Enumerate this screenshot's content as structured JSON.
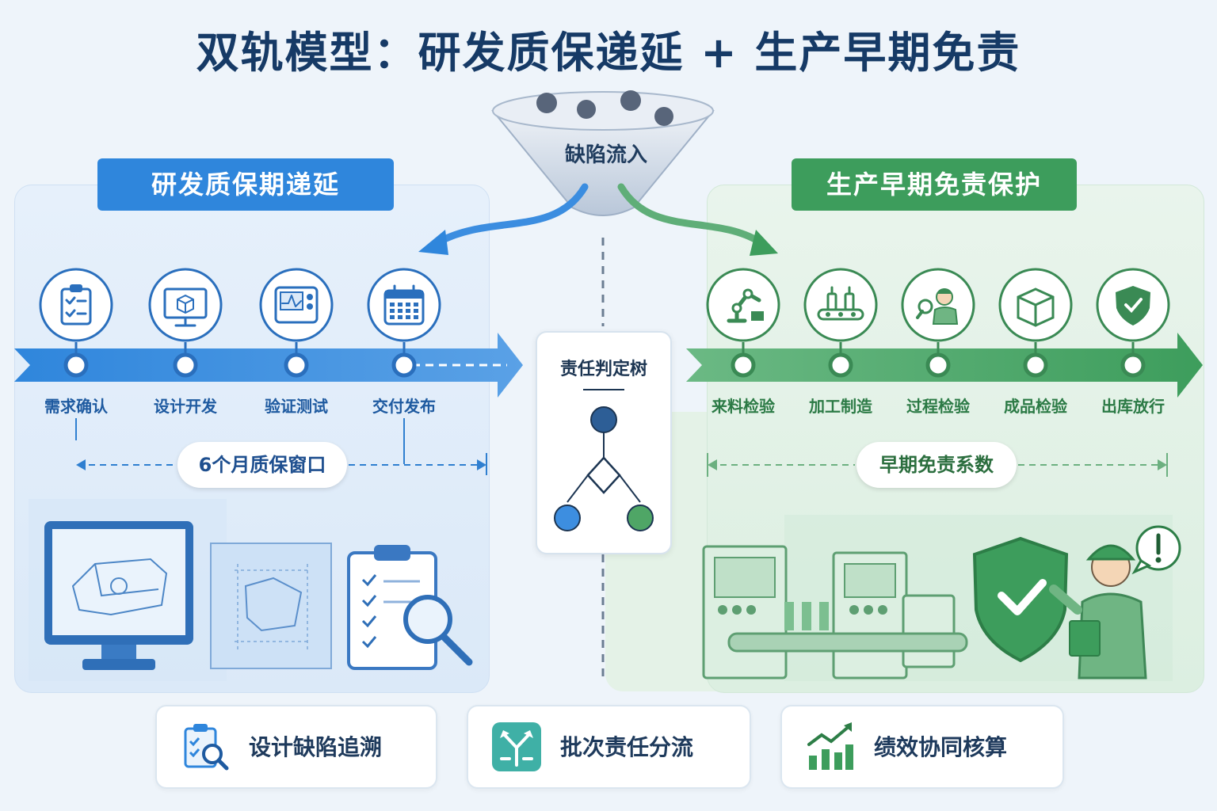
{
  "title": "双轨模型：研发质保递延 + 生产早期免责",
  "funnel": {
    "label": "缺陷流入"
  },
  "left": {
    "banner": "研发质保期递延",
    "accent": "#2f86dc",
    "steps": [
      {
        "label": "需求确认",
        "icon": "clipboard-checklist-icon"
      },
      {
        "label": "设计开发",
        "icon": "monitor-cube-icon"
      },
      {
        "label": "验证测试",
        "icon": "test-instrument-icon"
      },
      {
        "label": "交付发布",
        "icon": "calendar-icon"
      }
    ],
    "window_label": "6个月质保窗口"
  },
  "center": {
    "tree_title": "责任判定树"
  },
  "right": {
    "banner": "生产早期免责保护",
    "accent": "#3d9d5c",
    "steps": [
      {
        "label": "来料检验",
        "icon": "robot-arm-icon"
      },
      {
        "label": "加工制造",
        "icon": "bottle-conveyor-icon"
      },
      {
        "label": "过程检验",
        "icon": "inspector-magnifier-icon"
      },
      {
        "label": "成品检验",
        "icon": "package-box-icon"
      },
      {
        "label": "出库放行",
        "icon": "shield-check-icon"
      }
    ],
    "coefficient_label": "早期免责系数"
  },
  "bottom_cards": [
    {
      "label": "设计缺陷追溯",
      "icon": "clipboard-magnifier-icon"
    },
    {
      "label": "批次责任分流",
      "icon": "split-arrows-icon"
    },
    {
      "label": "绩效协同核算",
      "icon": "growth-chart-icon"
    }
  ]
}
